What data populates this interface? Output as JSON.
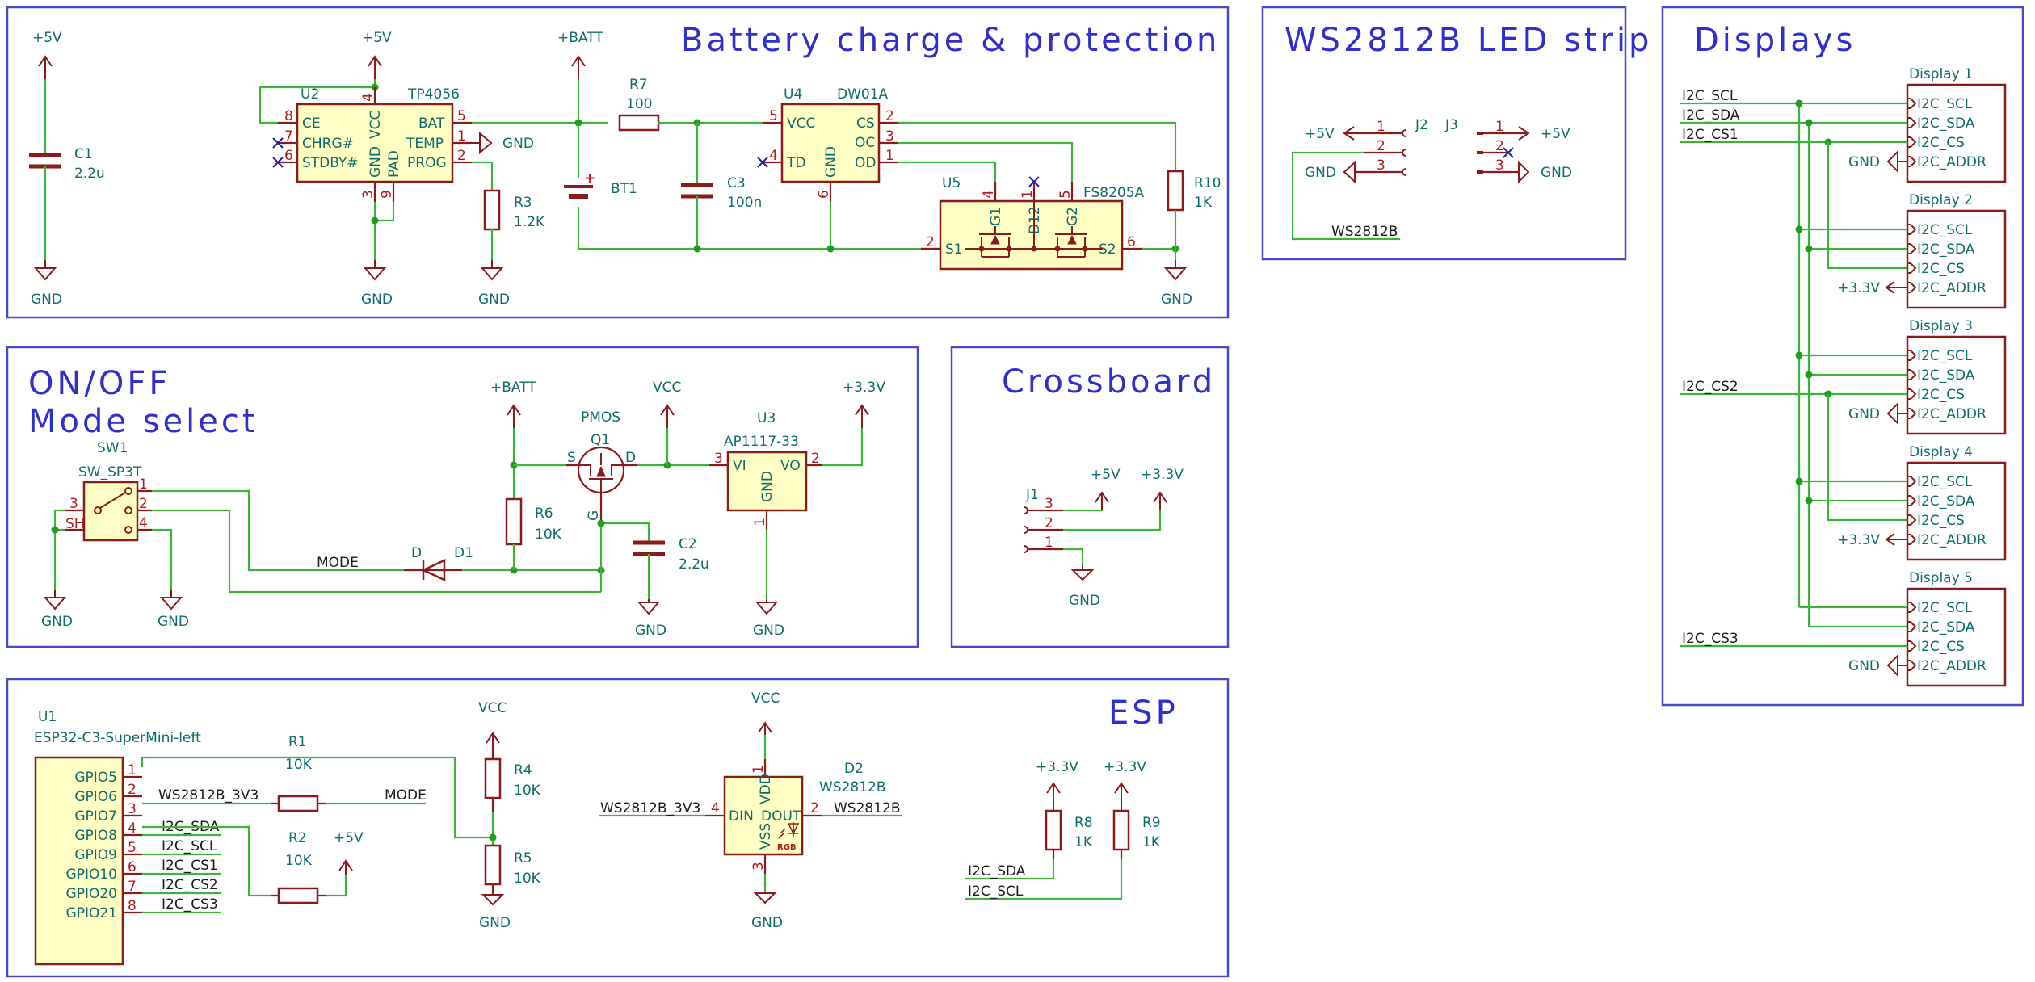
{
  "sheet": {
    "sections": {
      "battery": "Battery charge & protection",
      "ledstrip": "WS2812B LED strip",
      "displays": "Displays",
      "onoff_line1": "ON/OFF",
      "onoff_line2": "Mode select",
      "crossboard": "Crossboard",
      "esp": "ESP"
    },
    "power": {
      "p5v": "+5V",
      "batt": "+BATT",
      "gnd": "GND",
      "vcc": "VCC",
      "p33v": "+3.3V"
    },
    "components": {
      "C1": {
        "ref": "C1",
        "value": "2.2u"
      },
      "U2": {
        "ref": "U2",
        "value": "TP4056",
        "pins": {
          "ce": "CE",
          "chrg": "CHRG#",
          "stdby": "STDBY#",
          "vcc": "VCC",
          "gnd": "GND",
          "pad": "PAD",
          "bat": "BAT",
          "temp": "TEMP",
          "prog": "PROG"
        },
        "pinnums": {
          "ce": "8",
          "chrg": "7",
          "stdby": "6",
          "vcc": "4",
          "gnd": "3",
          "pad": "9",
          "bat": "5",
          "temp": "1",
          "prog": "2"
        }
      },
      "R3": {
        "ref": "R3",
        "value": "1.2K"
      },
      "BT1": {
        "ref": "BT1",
        "plus": "+"
      },
      "R7": {
        "ref": "R7",
        "value": "100"
      },
      "C3": {
        "ref": "C3",
        "value": "100n"
      },
      "U4": {
        "ref": "U4",
        "value": "DW01A",
        "pins": {
          "vcc": "VCC",
          "td": "TD",
          "gnd": "GND",
          "cs": "CS",
          "oc": "OC",
          "od": "OD"
        },
        "pinnums": {
          "vcc": "5",
          "td": "4",
          "gnd": "6",
          "cs": "2",
          "oc": "3",
          "od": "1"
        }
      },
      "U5": {
        "ref": "U5",
        "value": "FS8205A",
        "pins": {
          "s1": "S1",
          "s2": "S2",
          "g1": "G1",
          "g2": "G2",
          "d12": "D12"
        },
        "pinnums": {
          "s1": "2",
          "s2": "6",
          "g1": "4",
          "g2": "5",
          "d12": "1"
        }
      },
      "R10": {
        "ref": "R10",
        "value": "1K"
      },
      "J2": {
        "ref": "J2",
        "pins": [
          "1",
          "2",
          "3"
        ]
      },
      "J3": {
        "ref": "J3",
        "pins": [
          "1",
          "2",
          "3"
        ]
      },
      "SW1": {
        "ref": "SW1",
        "value": "SW_SP3T",
        "pinnums": {
          "p1": "1",
          "p2": "2",
          "p3": "3",
          "p4": "4",
          "sh": "SH"
        }
      },
      "D1": {
        "ref": "D1",
        "value": "D"
      },
      "R6": {
        "ref": "R6",
        "value": "10K"
      },
      "Q1": {
        "ref": "Q1",
        "value": "PMOS",
        "pins": {
          "s": "S",
          "d": "D",
          "g": "G"
        }
      },
      "C2": {
        "ref": "C2",
        "value": "2.2u"
      },
      "U3": {
        "ref": "U3",
        "value": "AP1117-33",
        "pins": {
          "vi": "VI",
          "vo": "VO",
          "gnd": "GND"
        },
        "pinnums": {
          "vi": "3",
          "vo": "2",
          "gnd": "1"
        }
      },
      "J1": {
        "ref": "J1",
        "pins": [
          "3",
          "2",
          "1"
        ]
      },
      "U1": {
        "ref": "U1",
        "value": "ESP32-C3-SuperMini-left",
        "pins": [
          "GPIO5",
          "GPIO6",
          "GPIO7",
          "GPIO8",
          "GPIO9",
          "GPIO10",
          "GPIO20",
          "GPIO21"
        ],
        "pinnums": [
          "1",
          "2",
          "3",
          "4",
          "5",
          "6",
          "7",
          "8"
        ]
      },
      "R1": {
        "ref": "R1",
        "value": "10K"
      },
      "R2": {
        "ref": "R2",
        "value": "10K"
      },
      "R4": {
        "ref": "R4",
        "value": "10K"
      },
      "R5": {
        "ref": "R5",
        "value": "10K"
      },
      "D2": {
        "ref": "D2",
        "value": "WS2812B",
        "pins": {
          "din": "DIN",
          "dout": "DOUT",
          "vdd": "VDD",
          "vss": "VSS",
          "rgb": "RGB"
        },
        "pinnums": {
          "din": "4",
          "dout": "2",
          "vdd": "1",
          "vss": "3"
        }
      },
      "R8": {
        "ref": "R8",
        "value": "1K"
      },
      "R9": {
        "ref": "R9",
        "value": "1K"
      }
    },
    "nets": {
      "mode": "MODE",
      "ws_3v3": "WS2812B_3V3",
      "ws": "WS2812B",
      "sda": "I2C_SDA",
      "scl": "I2C_SCL",
      "cs1": "I2C_CS1",
      "cs2": "I2C_CS2",
      "cs3": "I2C_CS3"
    },
    "displays": [
      {
        "title": "Display 1",
        "addr": "GND"
      },
      {
        "title": "Display 2",
        "addr": "+3.3V"
      },
      {
        "title": "Display 3",
        "addr": "GND"
      },
      {
        "title": "Display 4",
        "addr": "+3.3V"
      },
      {
        "title": "Display 5",
        "addr": "GND"
      }
    ],
    "display_pins": [
      "I2C_SCL",
      "I2C_SDA",
      "I2C_CS",
      "I2C_ADDR"
    ],
    "display_inputs": {
      "scl": "I2C_SCL",
      "sda": "I2C_SDA",
      "cs1": "I2C_CS1",
      "cs2": "I2C_CS2",
      "cs3": "I2C_CS3"
    }
  }
}
